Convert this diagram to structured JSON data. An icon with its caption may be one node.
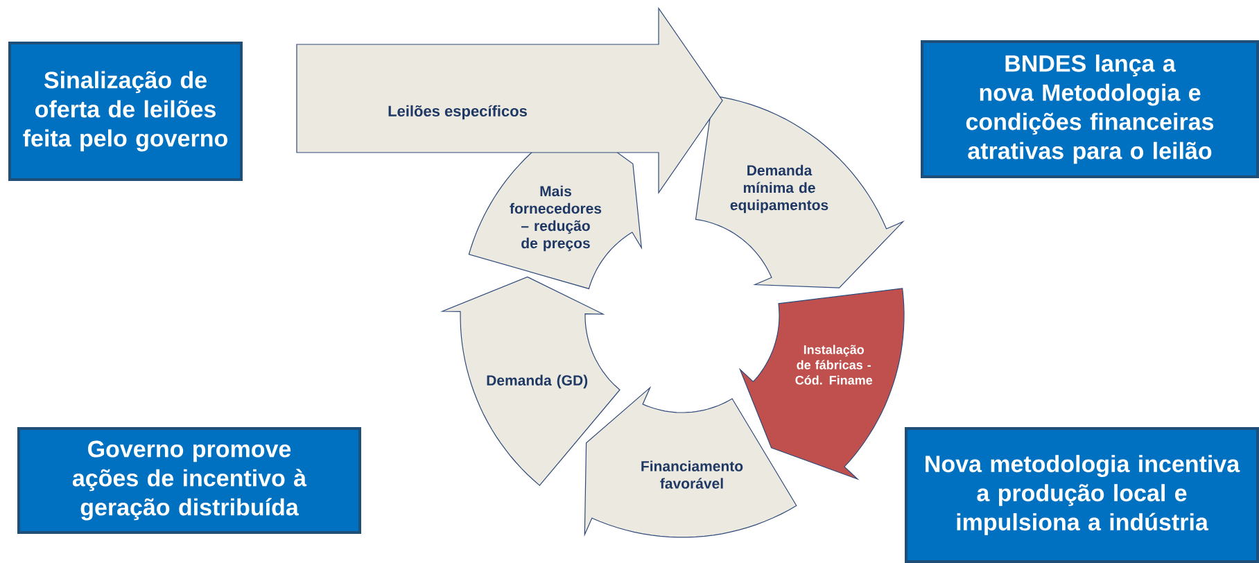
{
  "diagram": {
    "nodes": [
      {
        "text": [
          "Sinalização de oferta de leilões feita pelo governo"
        ]
      },
      {
        "text": [
          "Leilões específicos"
        ]
      },
      {
        "text": [
          "BNDES lança a nova Metodologia e condições financeiras atrativas para o leilão"
        ]
      },
      {
        "text": [
          "Demanda mínima de equipamentos"
        ]
      },
      {
        "text": [
          "Mais fornecedores – redução de preços"
        ]
      },
      {
        "text": [
          "Instalação de fábricas - Cód. Finame"
        ]
      },
      {
        "text": [
          "Demanda (GD)"
        ]
      },
      {
        "text": [
          "Financiamento favorável"
        ]
      },
      {
        "text": [
          "Governo promove ações de incentivo à geração distribuída"
        ]
      },
      {
        "text": [
          "Nova metodologia incentiva a produção local e impulsiona a indústria"
        ]
      }
    ]
  }
}
